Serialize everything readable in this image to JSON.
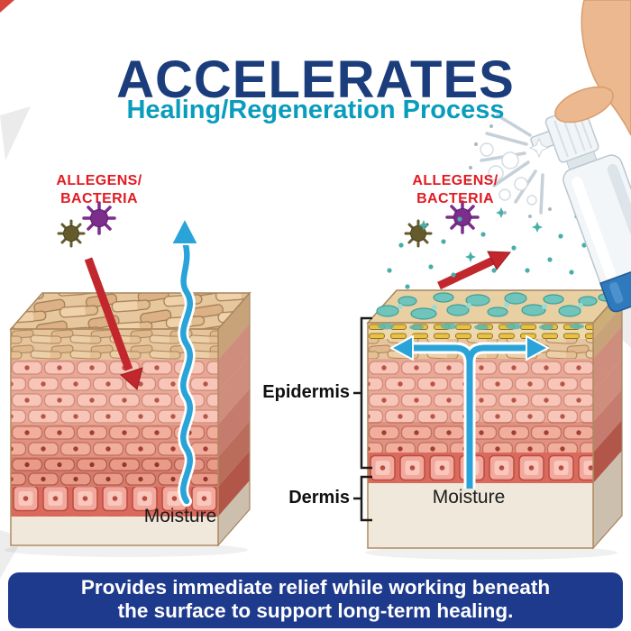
{
  "header": {
    "title": "ACCELERATES",
    "subtitle": "Healing/Regeneration Process"
  },
  "left_diagram": {
    "allergens_line1": "ALLEGENS/",
    "allergens_line2": "BACTERIA",
    "moisture": "Moisture"
  },
  "right_diagram": {
    "allergens_line1": "ALLEGENS/",
    "allergens_line2": "BACTERIA",
    "epidermis": "Epidermis",
    "dermis": "Dermis",
    "moisture": "Moisture"
  },
  "footer": {
    "line1": "Provides immediate relief while working beneath",
    "line2": "the surface to support long-term healing."
  },
  "icons": {
    "bacteria_olive": "starburst-microbe",
    "bacteria_purple": "starburst-microbe",
    "allergen_arrow_left": "red-arrow-into-skin",
    "allergen_arrow_right": "red-arrow-deflected",
    "moisture_arrow_left": "wavy-up-arrow",
    "moisture_arrow_right": "t-split-arrow",
    "spray_bottle": "spray-bottle",
    "spray_mist": "mist-cone",
    "hand": "hand-pressing-nozzle"
  },
  "colors": {
    "title_navy": "#1b3d7c",
    "subtitle_teal": "#0a9cbd",
    "allergen_red": "#e11b22",
    "arrow_red": "#c1272d",
    "arrow_blue": "#2aa4d8",
    "particle_teal": "#46b0a8",
    "banner_navy": "#1e3a8c"
  }
}
